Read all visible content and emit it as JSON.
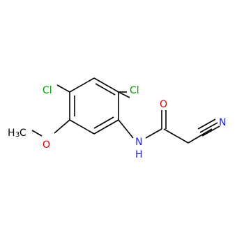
{
  "molecule": {
    "colors": {
      "carbon_bond": "#000000",
      "chlorine": "#00a000",
      "oxygen": "#e00000",
      "nitrogen": "#2020e0"
    },
    "labels": {
      "cl_left": "Cl",
      "cl_right": "Cl",
      "methyl": "H",
      "methyl_sub": "3",
      "methyl_c": "C",
      "methoxy_o": "O",
      "amide_n": "N",
      "amide_h": "H",
      "carbonyl_o": "O",
      "nitrile_n": "N"
    }
  }
}
